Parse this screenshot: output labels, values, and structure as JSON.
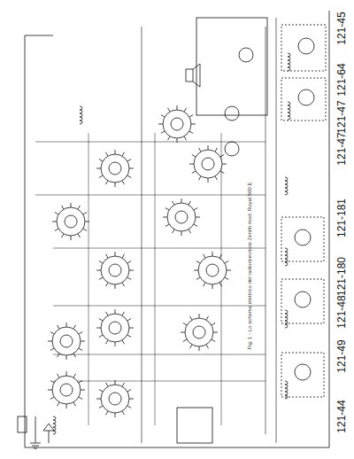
{
  "diagram": {
    "caption": "Fig. 1 - Lo schema elettrico del radioricevitore Zenith mod. Royal 500 E",
    "labels": [
      "121-45",
      "121-64",
      "121-47",
      "121-47",
      "121-181",
      "121-180",
      "121-48",
      "121-49",
      "121-44"
    ]
  }
}
